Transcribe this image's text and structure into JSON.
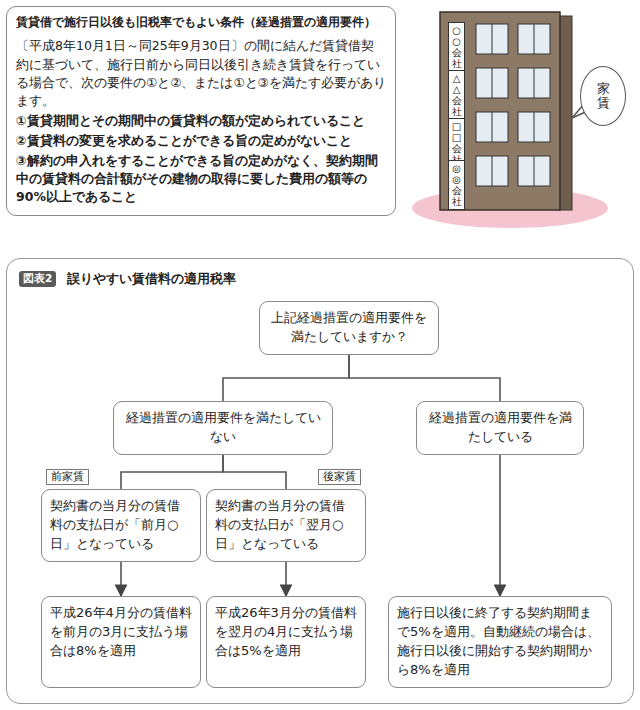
{
  "diagram": {
    "nodes": [
      {
        "text": [
          "賃貸借で施行日以後も旧税率でもよい条件（経過措置の適用要件）",
          "〔平成8年10月1日～同25年9月30日〕の間に結んだ賃貸借契約に基づいて、施行日前から同日以後引き続き賃貸を行っている場合で、次の要件の①と②、または①と③を満たす必要があります。",
          "①賃貸期間とその期間中の賃貸料の額が定められていること",
          "②賃貸料の変更を求めることができる旨の定めがないこと",
          "③解約の申入れをすることができる旨の定めがなく、契約期間中の賃貸料の合計額がその建物の取得に要した費用の額等の90%以上であること"
        ]
      },
      {
        "text": [
          "○○会社"
        ]
      },
      {
        "text": [
          "△△会社"
        ]
      },
      {
        "text": [
          "□□会社"
        ]
      },
      {
        "text": [
          "◎◎会社"
        ]
      },
      {
        "text": [
          "家賃"
        ]
      },
      {
        "text": [
          "誤りやすい賃借料の適用税率"
        ]
      },
      {
        "text": [
          "図表2"
        ],
        "in": 6
      },
      {
        "text": [
          "上記経過措置の適用要件を満たしていますか？"
        ],
        "in": 6
      },
      {
        "text": [
          "経過措置の適用要件を満たしていない"
        ],
        "in": 6
      },
      {
        "text": [
          "経過措置の適用要件を満たしている"
        ],
        "in": 6
      },
      {
        "text": [
          "前家賃",
          "契約書の当月分の賃借料の支払日が「前月○日」となっている"
        ],
        "in": 6
      },
      {
        "text": [
          "後家賃",
          "契約書の当月分の賃借料の支払日が「翌月○日」となっている"
        ],
        "in": 6
      },
      {
        "text": [
          "平成26年4月分の賃借料を前月の3月に支払う場合は8%を適用"
        ],
        "in": 6
      },
      {
        "text": [
          "平成26年3月分の賃借料を翌月の4月に支払う場合は5%を適用"
        ],
        "in": 6
      },
      {
        "text": [
          "施行日以後に終了する契約期間まで5%を適用。自動継続の場合は、施行日以後に開始する契約期間から8%を適用"
        ],
        "in": 6
      }
    ],
    "edges": [
      {
        "from": 8,
        "to": 9,
        "arrow": "none"
      },
      {
        "from": 8,
        "to": 10,
        "arrow": "none"
      },
      {
        "from": 9,
        "to": 11,
        "arrow": "none"
      },
      {
        "from": 9,
        "to": 12,
        "arrow": "none"
      },
      {
        "from": 11,
        "to": 13,
        "arrow": "to"
      },
      {
        "from": 12,
        "to": 14,
        "arrow": "to"
      },
      {
        "from": 10,
        "to": 15,
        "arrow": "to"
      }
    ]
  }
}
